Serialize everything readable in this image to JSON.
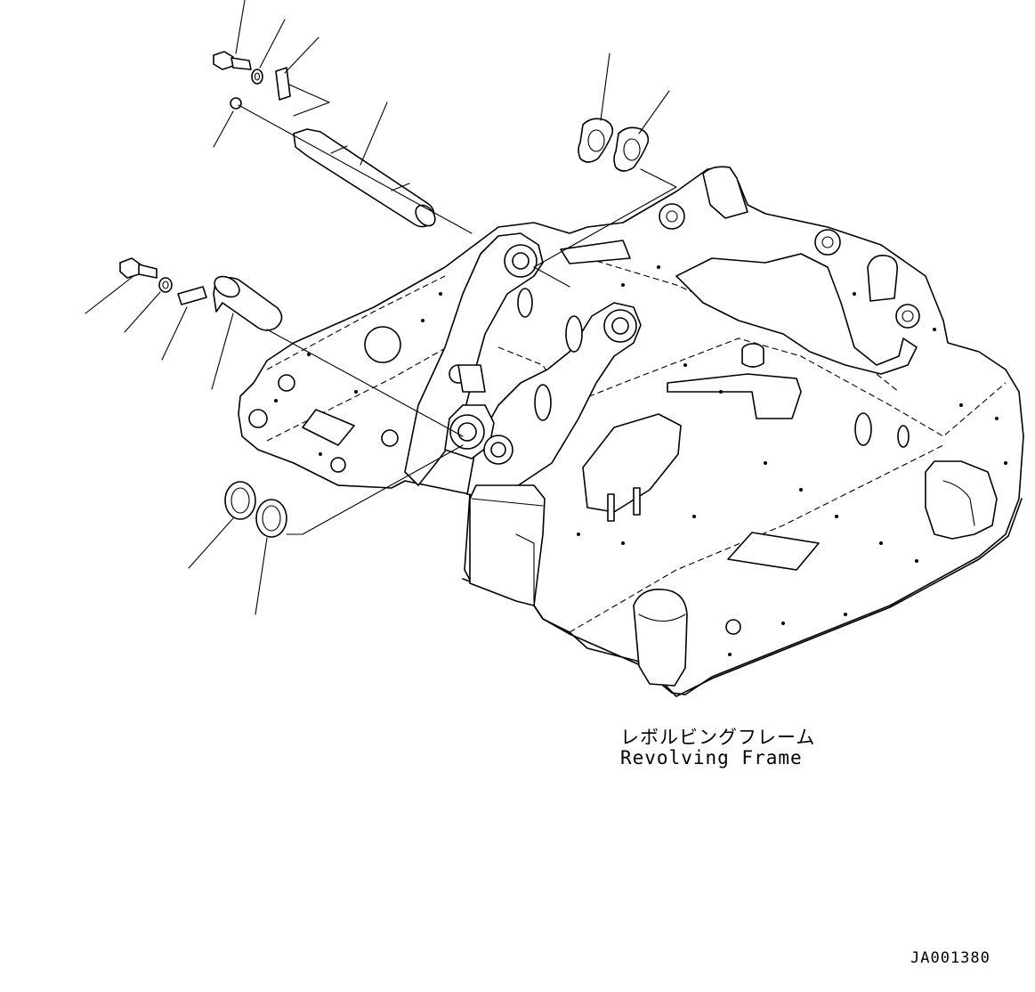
{
  "labels": {
    "part_name_jp": "レボルビングフレーム",
    "part_name_en": "Revolving Frame",
    "drawing_number": "JA001380"
  }
}
